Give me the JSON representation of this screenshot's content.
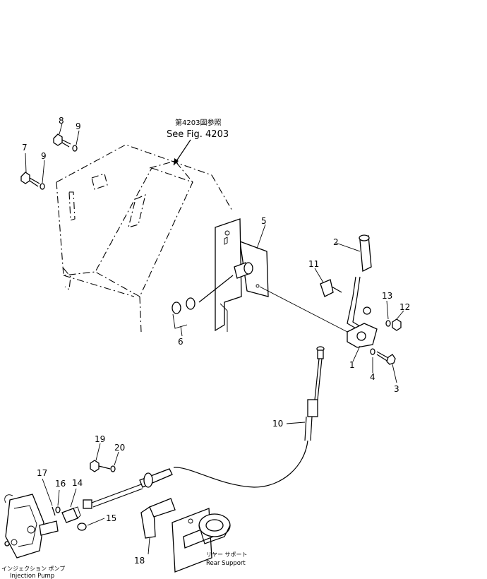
{
  "reference": {
    "japanese": "第4203図参照",
    "english": "See Fig. 4203"
  },
  "labels": {
    "injection_pump_jp": "インジェクション ポンプ",
    "injection_pump_en": "Injection Pump",
    "rear_support_jp": "リヤー サポート",
    "rear_support_en": "Rear Support"
  },
  "callouts": [
    "1",
    "2",
    "3",
    "4",
    "5",
    "6",
    "7",
    "8",
    "9",
    "9",
    "10",
    "11",
    "12",
    "13",
    "14",
    "15",
    "16",
    "17",
    "18",
    "19",
    "20"
  ]
}
